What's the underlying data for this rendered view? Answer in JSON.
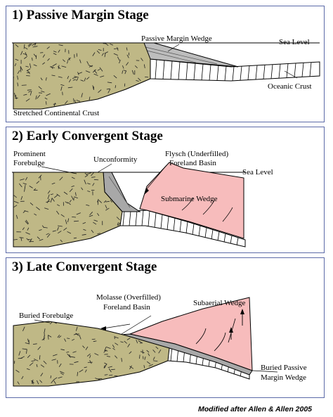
{
  "panels": [
    {
      "title": "1) Passive Margin Stage",
      "labels": {
        "wedge": "Passive Margin Wedge",
        "sea_level": "Sea Level",
        "oceanic_crust": "Oceanic Crust",
        "continental_crust": "Stretched Continental Crust"
      }
    },
    {
      "title": "2) Early Convergent Stage",
      "labels": {
        "forebulge_line1": "Prominent",
        "forebulge_line2": "Forebulge",
        "unconformity": "Unconformity",
        "flysch_line1": "Flysch (Underfilled)",
        "flysch_line2": "Foreland Basin",
        "sea_level": "Sea Level",
        "submarine_wedge": "Submarine Wedge"
      }
    },
    {
      "title": "3) Late Convergent Stage",
      "labels": {
        "buried_forebulge": "Buried Forebulge",
        "molasse_line1": "Molasse (Overfilled)",
        "molasse_line2": "Foreland Basin",
        "subaerial_wedge": "Subaerial Wedge",
        "buried_passive_line1": "Buried Passive",
        "buried_passive_line2": "Margin Wedge"
      }
    }
  ],
  "credit": "Modified after Allen & Allen 2005",
  "colors": {
    "crust": "#bfb886",
    "wedge_gray": "#a8a8a8",
    "orogen_pink": "#f7bcbc",
    "frame": "#5b6aa8"
  }
}
